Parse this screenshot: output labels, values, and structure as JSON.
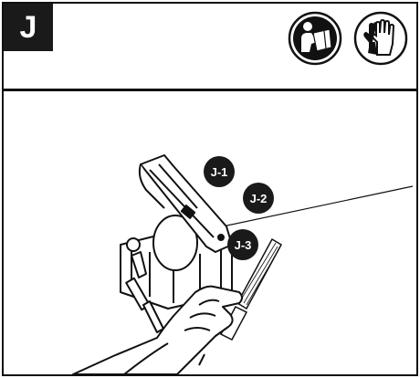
{
  "step": {
    "letter": "J"
  },
  "icons": [
    {
      "name": "read-manual-icon"
    },
    {
      "name": "wear-gloves-icon"
    }
  ],
  "callouts": [
    {
      "label": "J-1"
    },
    {
      "label": "J-2"
    },
    {
      "label": "J-3"
    }
  ],
  "colors": {
    "ink": "#111111",
    "paper": "#ffffff"
  }
}
